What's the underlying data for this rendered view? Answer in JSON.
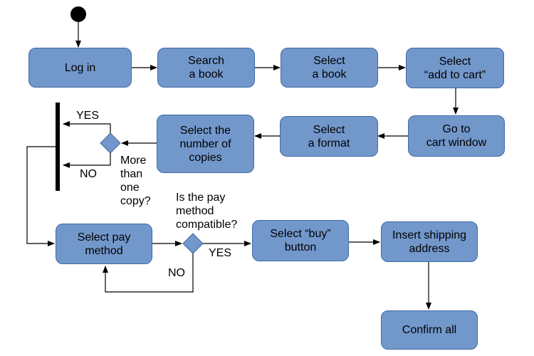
{
  "colors": {
    "node_fill": "#7297cb",
    "node_border": "#3f6aa6",
    "line": "#000000",
    "start_node": "#000000",
    "sync_bar": "#000000"
  },
  "nodes": {
    "login": "Log in",
    "search": "Search\na book",
    "select_book": "Select\na book",
    "add_to_cart": "Select\n“add to cart”",
    "cart_window": "Go to\ncart window",
    "format": "Select\na format",
    "copies": "Select the\nnumber of\ncopies",
    "pay_method": "Select pay\nmethod",
    "buy": "Select “buy”\nbutton",
    "shipping": "Insert shipping\naddress",
    "confirm": "Confirm all"
  },
  "decisions": {
    "copies_question": "More\nthan\none\ncopy?",
    "copies_yes": "YES",
    "copies_no": "NO",
    "pay_question": "Is the pay\nmethod\ncompatible?",
    "pay_yes": "YES",
    "pay_no": "NO"
  }
}
